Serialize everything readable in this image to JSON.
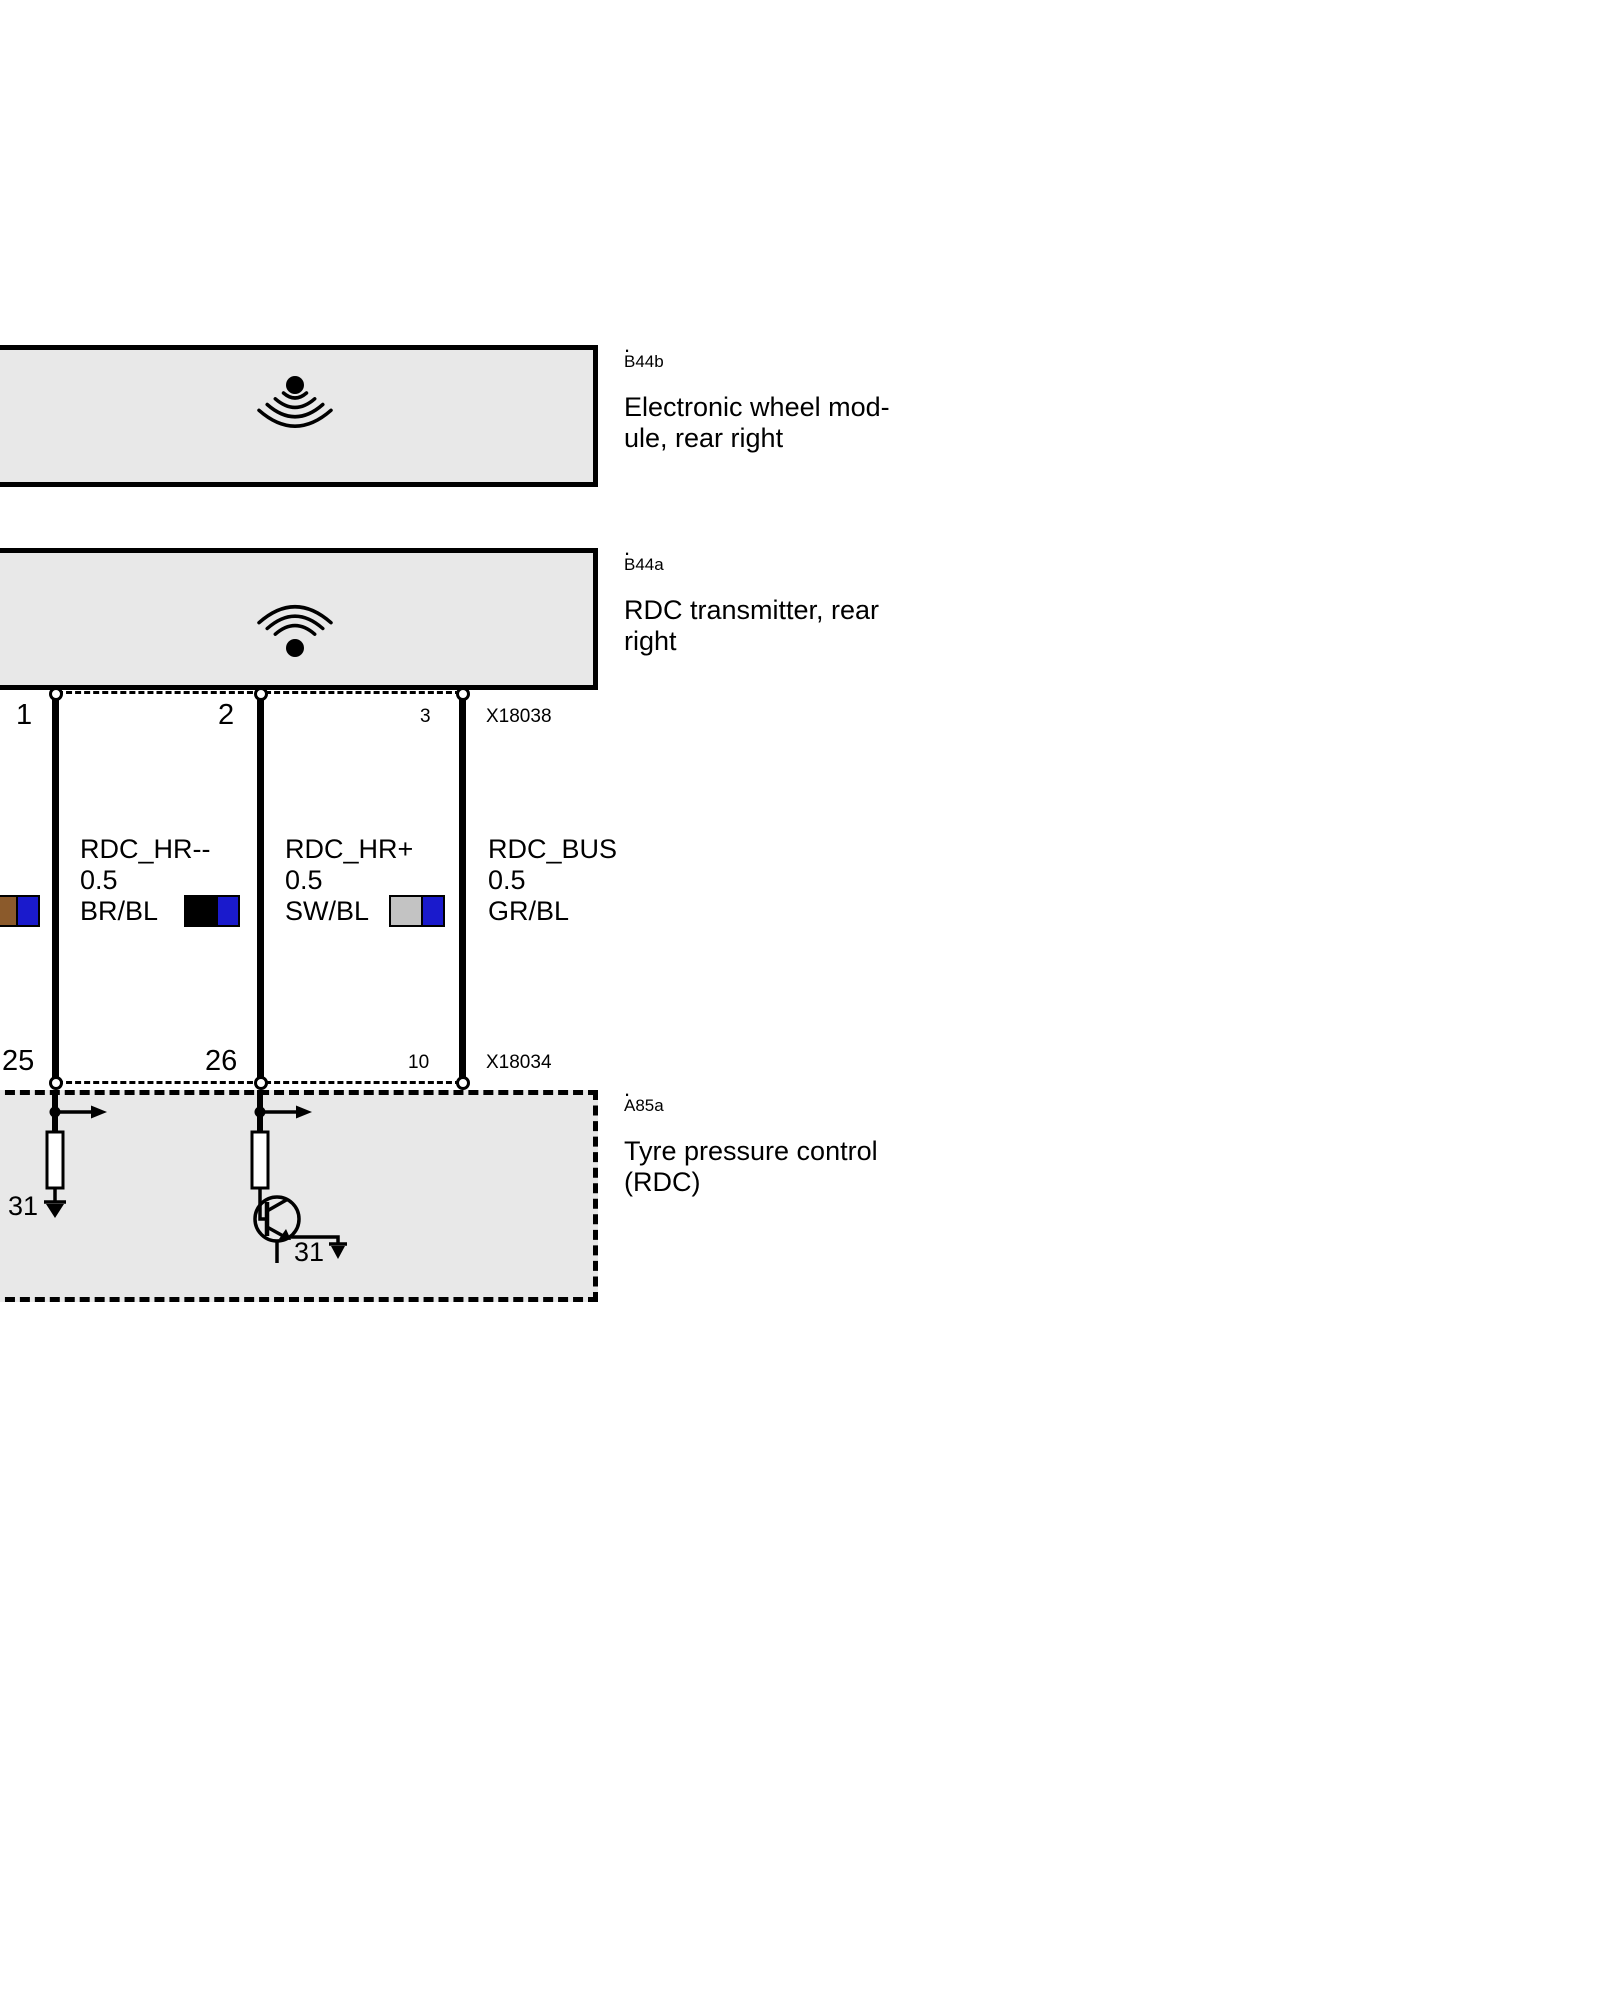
{
  "components": [
    {
      "dot": ".",
      "code": "B44b",
      "name_line1": "Electronic wheel mod-",
      "name_line2": "ule, rear right"
    },
    {
      "dot": ".",
      "code": "B44a",
      "name_line1": "RDC transmitter, rear",
      "name_line2": "right"
    },
    {
      "dot": ".",
      "code": "A85a",
      "name_line1": "Tyre pressure control",
      "name_line2": "(RDC)"
    }
  ],
  "connectors": {
    "top": {
      "name": "X18038",
      "pin1": "1",
      "pin2": "2",
      "pin3": "3"
    },
    "bottom": {
      "name": "X18034",
      "pin1": "25",
      "pin2": "26",
      "pin3": "10"
    }
  },
  "wires": [
    {
      "signal": "RDC_HR--",
      "gauge": "0.5",
      "color_code": "BR/BL",
      "swatch_colors": {
        "primary": "#8b5a2b",
        "secondary": "#1a1acc"
      }
    },
    {
      "signal": "RDC_HR+",
      "gauge": "0.5",
      "color_code": "SW/BL",
      "swatch_colors": {
        "primary": "#000000",
        "secondary": "#1a1acc"
      }
    },
    {
      "signal": "RDC_BUS",
      "gauge": "0.5",
      "color_code": "GR/BL",
      "swatch_colors": {
        "primary": "#c3c3c3",
        "secondary": "#1a1acc"
      }
    }
  ],
  "grounds": [
    {
      "label": "31"
    },
    {
      "label": "31"
    }
  ],
  "palette": {
    "box_fill": "#e8e8e8",
    "line": "#000000"
  }
}
